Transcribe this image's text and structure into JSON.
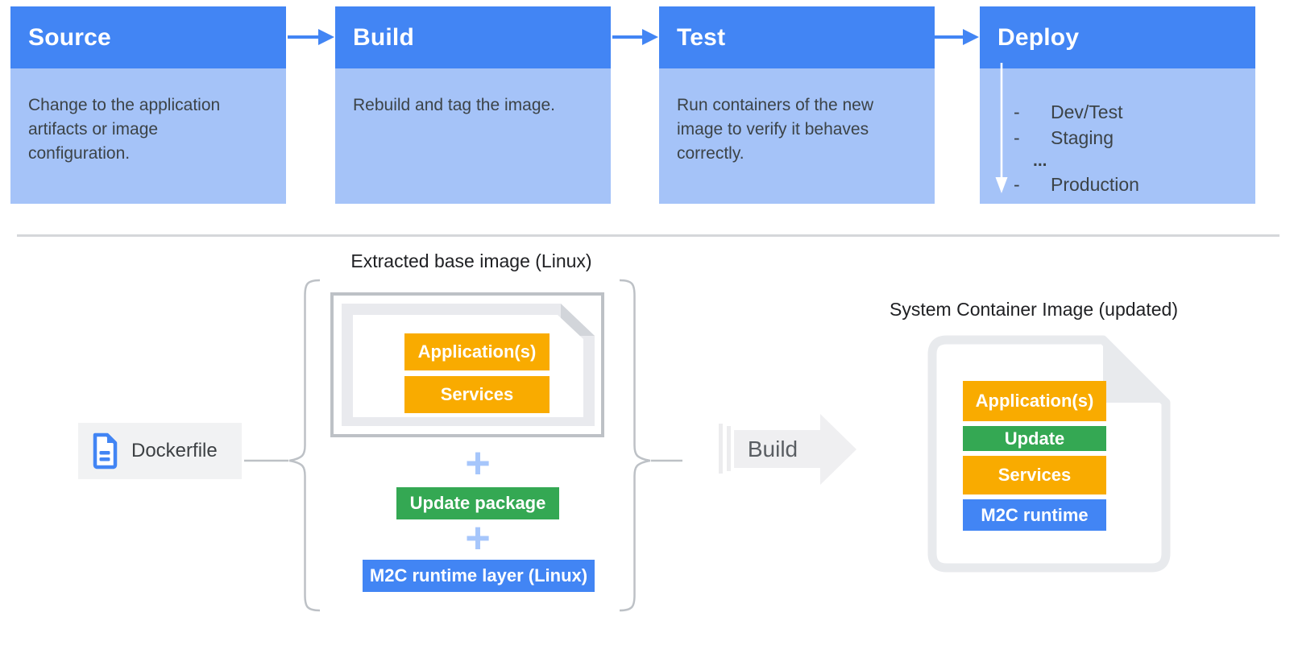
{
  "pipeline": {
    "dash": "-",
    "stages": [
      {
        "title": "Source",
        "description": "Change to the application artifacts or image configuration."
      },
      {
        "title": "Build",
        "description": "Rebuild and tag the image."
      },
      {
        "title": "Test",
        "description": "Run containers of the new image to verify it behaves correctly."
      },
      {
        "title": "Deploy",
        "items": [
          "Dev/Test",
          "Staging",
          "...",
          "Production"
        ]
      }
    ]
  },
  "build_flow": {
    "dockerfile_label": "Dockerfile",
    "extracted_group_title": "Extracted base image (Linux)",
    "base_image_layers": [
      "Application(s)",
      "Services"
    ],
    "plus_sign": "+",
    "update_package_label": "Update package",
    "runtime_layer_label": "M2C runtime layer (Linux)",
    "build_arrow_label": "Build",
    "result_title": "System Container Image (updated)",
    "result_layers": [
      "Application(s)",
      "Update",
      "Services",
      "M2C runtime"
    ]
  },
  "colors": {
    "header_blue": "#4285F4",
    "body_blue": "#A5C3F8",
    "layer_yellow": "#F9AB00",
    "layer_green": "#34A853",
    "layer_blue": "#4285F4",
    "plus_blue": "#A6C6FB",
    "line_gray": "#BDC1C6"
  }
}
